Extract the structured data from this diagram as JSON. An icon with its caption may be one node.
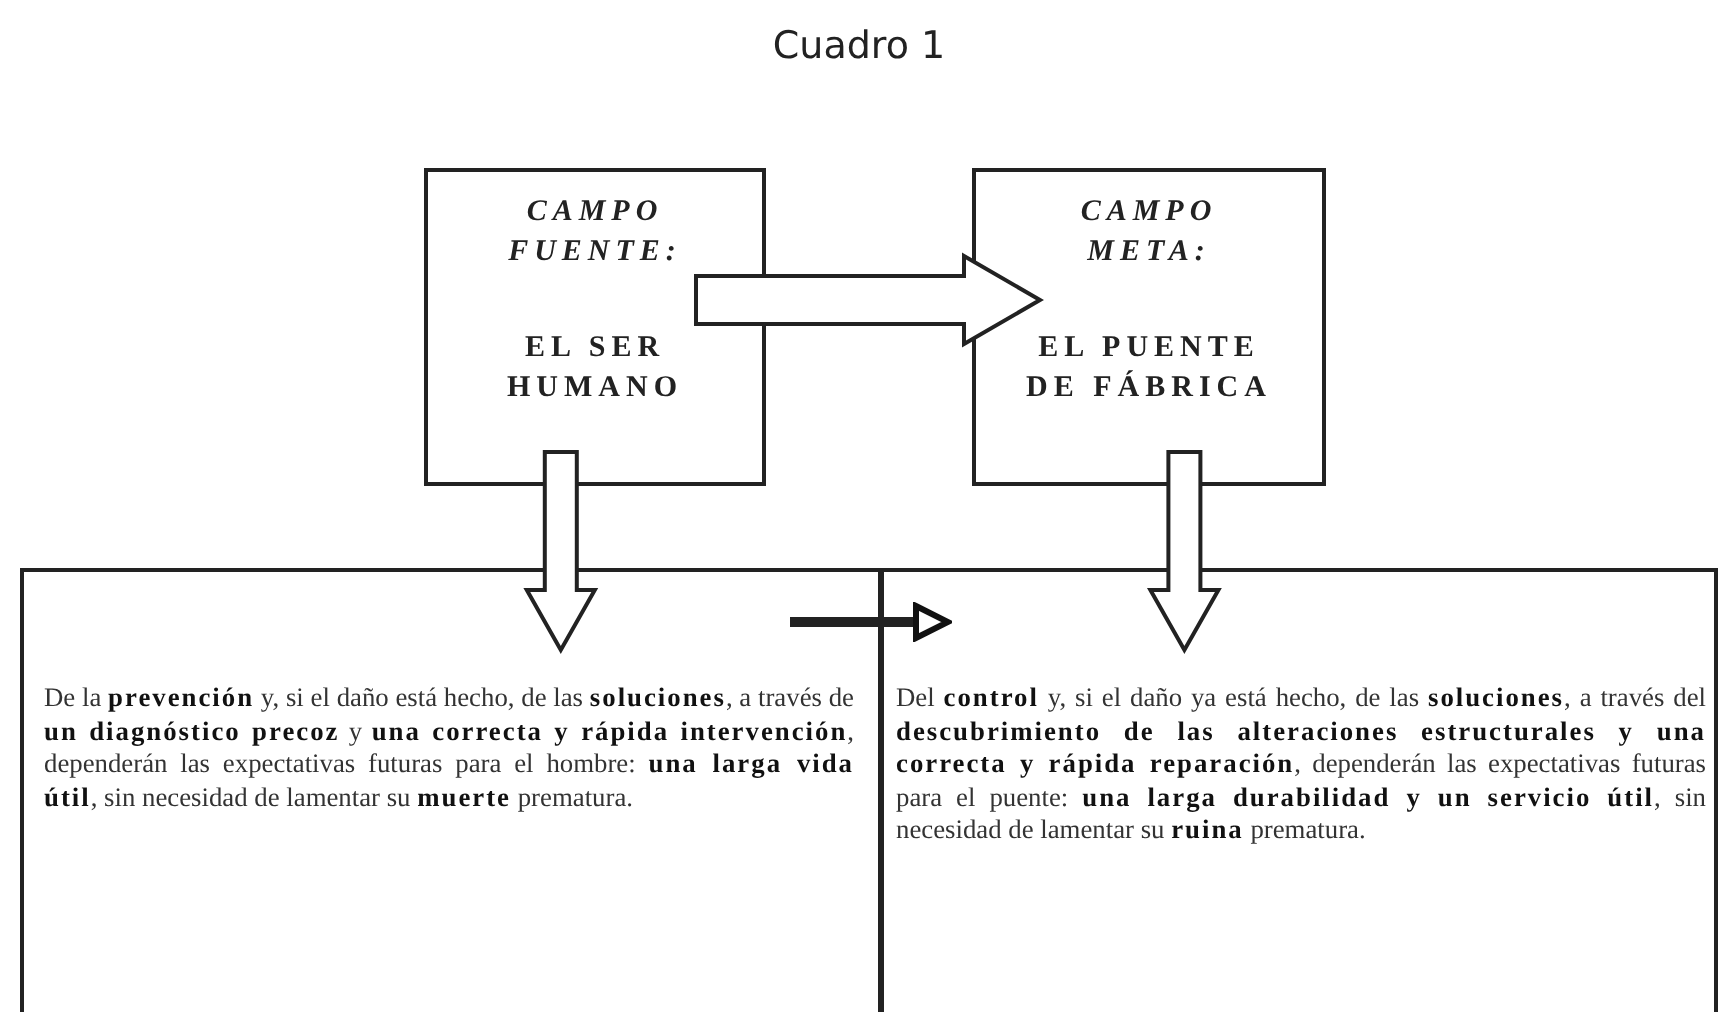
{
  "diagram": {
    "title": "Cuadro 1",
    "nodes": [
      {
        "text": [
          "CAMPO FUENTE:",
          "EL SER HUMANO"
        ]
      },
      {
        "text": [
          "CAMPO META:",
          "EL PUENTE DE FÁBRICA"
        ]
      },
      {
        "text": [
          "De la **prevención** y, si el daño está hecho, de las **soluciones**, a través de **un diagnóstico precoz** y **una correcta y rápida intervención**, dependerán las expectativas futuras para el hombre: **una larga vida útil**, sin necesidad de lamentar su **muerte** prematura."
        ]
      },
      {
        "text": [
          "Del **control** y, si el daño ya está hecho, de las **soluciones**, a través del **descubrimiento de las alteraciones estructurales y una correcta y rápida reparación**, dependerán las expectativas futuras para el puente: **una larga durabilidad y un servicio útil**, sin necesidad de lamentar su **ruina** prematura."
        ]
      }
    ],
    "edges": [
      {
        "from": 0,
        "to": 1,
        "arrow": "to"
      },
      {
        "from": 0,
        "to": 2,
        "arrow": "to"
      },
      {
        "from": 1,
        "to": 3,
        "arrow": "to"
      },
      {
        "from": 2,
        "to": 3,
        "arrow": "to"
      }
    ]
  }
}
